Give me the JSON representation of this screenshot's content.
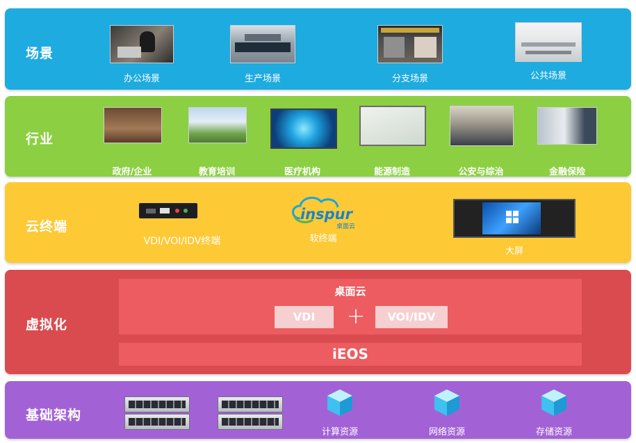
{
  "bands": {
    "scene": {
      "title": "场景",
      "items": [
        {
          "label": "办公场景",
          "icon": "office-photo"
        },
        {
          "label": "生产场景",
          "icon": "production-photo"
        },
        {
          "label": "分支场景",
          "icon": "branch-store-photo"
        },
        {
          "label": "公共场景",
          "icon": "public-space-photo"
        }
      ]
    },
    "industry": {
      "title": "行业",
      "items": [
        {
          "label": "政府/企业",
          "icon": "government-photo"
        },
        {
          "label": "教育培训",
          "icon": "education-photo"
        },
        {
          "label": "医疗机构",
          "icon": "medical-photo"
        },
        {
          "label": "能源制造",
          "icon": "energy-photo"
        },
        {
          "label": "公安与综治",
          "icon": "police-photo"
        },
        {
          "label": "金融保险",
          "icon": "finance-photo"
        }
      ]
    },
    "terminal": {
      "title": "云终端",
      "items": [
        {
          "label": "VDI/VOI/IDV终端",
          "icon": "thin-client-device"
        },
        {
          "label": "软终端",
          "icon": "inspur-logo",
          "logo_text": "inspur",
          "logo_sub": "桌面云"
        },
        {
          "label": "大屏",
          "icon": "large-screen-display"
        }
      ]
    },
    "virtualization": {
      "title": "虚拟化",
      "cloud_label": "桌面云",
      "vdi": "VDI",
      "plus": "+",
      "voi": "VOI/IDV",
      "ieos": "iEOS"
    },
    "infra": {
      "title": "基础架构",
      "items": [
        {
          "label": "计算资源",
          "icon": "cube-icon"
        },
        {
          "label": "网络资源",
          "icon": "cube-icon"
        },
        {
          "label": "存储资源",
          "icon": "cube-icon"
        }
      ]
    }
  },
  "colors": {
    "scene": "#1eabe0",
    "industry": "#8ccf43",
    "terminal": "#fdc935",
    "virtualization": "#d94b4f",
    "infra": "#a262d6"
  }
}
